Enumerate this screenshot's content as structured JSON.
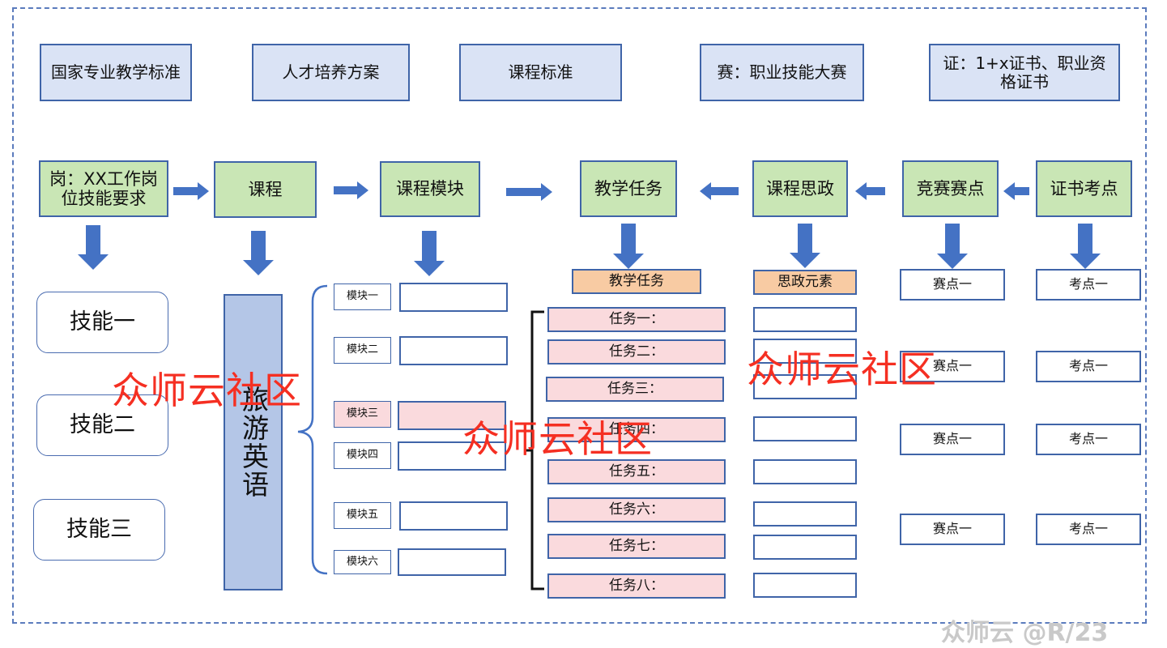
{
  "standards": [
    "国家专业教学标准",
    "人才培养方案",
    "课程标准",
    "赛：职业技能大赛",
    "证：1+x证书、职业资格证书"
  ],
  "chain": [
    "岗：XX工作岗位技能要求",
    "课程",
    "课程模块",
    "教学任务",
    "课程思政",
    "竞赛赛点",
    "证书考点"
  ],
  "skills": [
    "技能一",
    "技能二",
    "技能三"
  ],
  "course_name": "旅游英语",
  "modules": [
    "模块一",
    "模块二",
    "模块三",
    "模块四",
    "模块五",
    "模块六"
  ],
  "teaching_header": "教学任务",
  "tasks": [
    "任务一：",
    "任务二：",
    "任务三：",
    "任务四：",
    "任务五：",
    "任务六：",
    "任务七：",
    "任务八："
  ],
  "ideology_header": "思政元素",
  "competition_points": [
    "赛点一",
    "赛点一",
    "赛点一",
    "赛点一"
  ],
  "exam_points": [
    "考点一",
    "考点一",
    "考点一",
    "考点一"
  ],
  "watermarks": [
    "众师云社区",
    "众师云社区",
    "众师云社区"
  ],
  "credit": "众师云 @R/23",
  "colors": {
    "border_blue": "#3f64a8",
    "arrow_blue": "#4472c4",
    "top_fill": "#dae3f5",
    "green_fill": "#c9e6b5",
    "course_fill": "#b4c6e7",
    "task_fill": "#fadadd",
    "header_fill": "#f8cba3",
    "watermark_red": "#f52f22"
  }
}
